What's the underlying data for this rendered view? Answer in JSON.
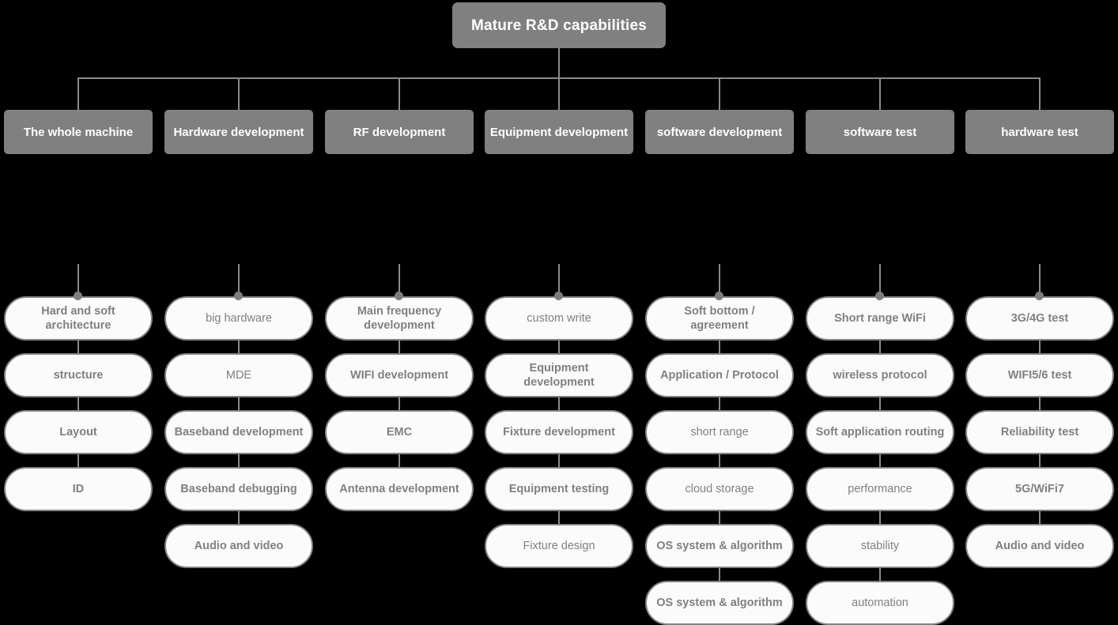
{
  "colors": {
    "background": "#000000",
    "node_fill": "#808080",
    "node_text": "#ffffff",
    "pill_fill": "#fbfbfb",
    "pill_border": "#838383",
    "pill_text": "#808080",
    "connector": "#8a8a8a"
  },
  "root": {
    "label": "Mature R&D capabilities"
  },
  "chart_data": {
    "type": "diagram",
    "title": "Mature R&D capabilities",
    "layout": "tree",
    "columns": 7
  },
  "columns": [
    {
      "header": "The whole machine",
      "items": [
        {
          "label": "Hard and soft architecture",
          "bold": true
        },
        {
          "label": "structure",
          "bold": true
        },
        {
          "label": "Layout",
          "bold": true
        },
        {
          "label": "ID",
          "bold": true
        }
      ]
    },
    {
      "header": "Hardware development",
      "items": [
        {
          "label": "big hardware",
          "bold": false
        },
        {
          "label": "MDE",
          "bold": false
        },
        {
          "label": "Baseband development",
          "bold": true
        },
        {
          "label": "Baseband debugging",
          "bold": true
        },
        {
          "label": "Audio and video",
          "bold": true
        }
      ]
    },
    {
      "header": "RF development",
      "items": [
        {
          "label": "Main frequency development",
          "bold": true
        },
        {
          "label": "WIFI development",
          "bold": true
        },
        {
          "label": "EMC",
          "bold": true
        },
        {
          "label": "Antenna development",
          "bold": true
        }
      ]
    },
    {
      "header": "Equipment development",
      "items": [
        {
          "label": "custom write",
          "bold": false
        },
        {
          "label": "Equipment development",
          "bold": true
        },
        {
          "label": "Fixture development",
          "bold": true
        },
        {
          "label": "Equipment testing",
          "bold": true
        },
        {
          "label": "Fixture design",
          "bold": false
        }
      ]
    },
    {
      "header": "software development",
      "items": [
        {
          "label": "Soft bottom / agreement",
          "bold": true
        },
        {
          "label": "Application / Protocol",
          "bold": true
        },
        {
          "label": "short range",
          "bold": false
        },
        {
          "label": "cloud storage",
          "bold": false
        },
        {
          "label": "OS system & algorithm",
          "bold": true
        },
        {
          "label": "OS system & algorithm",
          "bold": true
        }
      ]
    },
    {
      "header": "software test",
      "items": [
        {
          "label": "Short range WiFi",
          "bold": true
        },
        {
          "label": "wireless protocol",
          "bold": true
        },
        {
          "label": "Soft application routing",
          "bold": true
        },
        {
          "label": "performance",
          "bold": false
        },
        {
          "label": "stability",
          "bold": false
        },
        {
          "label": "automation",
          "bold": false
        }
      ]
    },
    {
      "header": "hardware test",
      "items": [
        {
          "label": "3G/4G test",
          "bold": true
        },
        {
          "label": "WIFI5/6 test",
          "bold": true
        },
        {
          "label": "Reliability test",
          "bold": true
        },
        {
          "label": "5G/WiFi7",
          "bold": true
        },
        {
          "label": "Audio and video",
          "bold": true
        }
      ]
    }
  ]
}
